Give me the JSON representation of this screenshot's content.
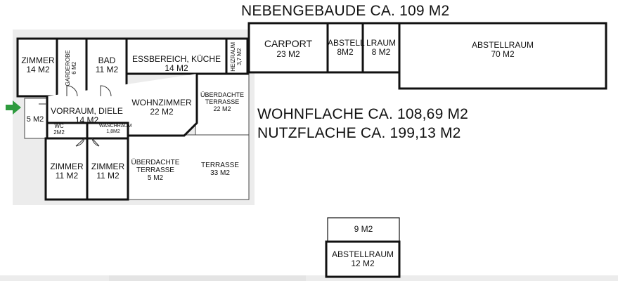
{
  "titles": {
    "nebengebaude": "NEBENGEBAUDE CA. 109 M2",
    "wohnflache": "WOHNFLACHE CA. 108,69 M2",
    "nutzflache": "NUTZFLACHE CA. 199,13 M2"
  },
  "rooms": {
    "zimmer1": {
      "name": "ZIMMER",
      "area": "14 M2"
    },
    "garderobe": {
      "name": "GARDEROBE",
      "area": "6 M2"
    },
    "bad": {
      "name": "BAD",
      "area": "11 M2"
    },
    "essbereich": {
      "name": "ESSBEREICH, KÜCHE",
      "area": "14 M2"
    },
    "heizraum": {
      "name": "HEIZRAUM",
      "area": "3,7 M2"
    },
    "wohnzimmer": {
      "name": "WOHNZIMMER",
      "area": "22 M2"
    },
    "terrasse_ub1": {
      "name1": "ÜBERDACHTE",
      "name2": "TERRASSE",
      "area": "22 M2"
    },
    "vorraum": {
      "name": "VORRAUM, DIELE",
      "area": "14 M2"
    },
    "eingang": {
      "area": "5 M2"
    },
    "wc": {
      "name": "WC",
      "area": "2M2"
    },
    "waschraum": {
      "name": "WASCHRAUM",
      "area": "1,8M2"
    },
    "zimmer2": {
      "name": "ZIMMER",
      "area": "11 M2"
    },
    "zimmer3": {
      "name": "ZIMMER",
      "area": "11 M2"
    },
    "terrasse_ub2": {
      "name1": "ÜBERDACHTE",
      "name2": "TERRASSE",
      "area": "5 M2"
    },
    "terrasse": {
      "name": "TERRASSE",
      "area": "33 M2"
    },
    "carport": {
      "name": "CARPORT",
      "area": "23 M2"
    },
    "abstell1": {
      "name": "ABSTELL",
      "area": "8M2"
    },
    "abstell2": {
      "name": "LRAUM",
      "area": "8 M2"
    },
    "abstell70": {
      "name": "ABSTELLRAUM",
      "area": "70 M2"
    },
    "small9": {
      "area": "9 M2"
    },
    "abstell12": {
      "name": "ABSTELLRAUM",
      "area": "12 M2"
    }
  },
  "colors": {
    "wall": "#111111",
    "shade": "#ececec",
    "arrow": "#2e9b3e"
  },
  "icons": [
    "entrance-arrow-icon"
  ]
}
